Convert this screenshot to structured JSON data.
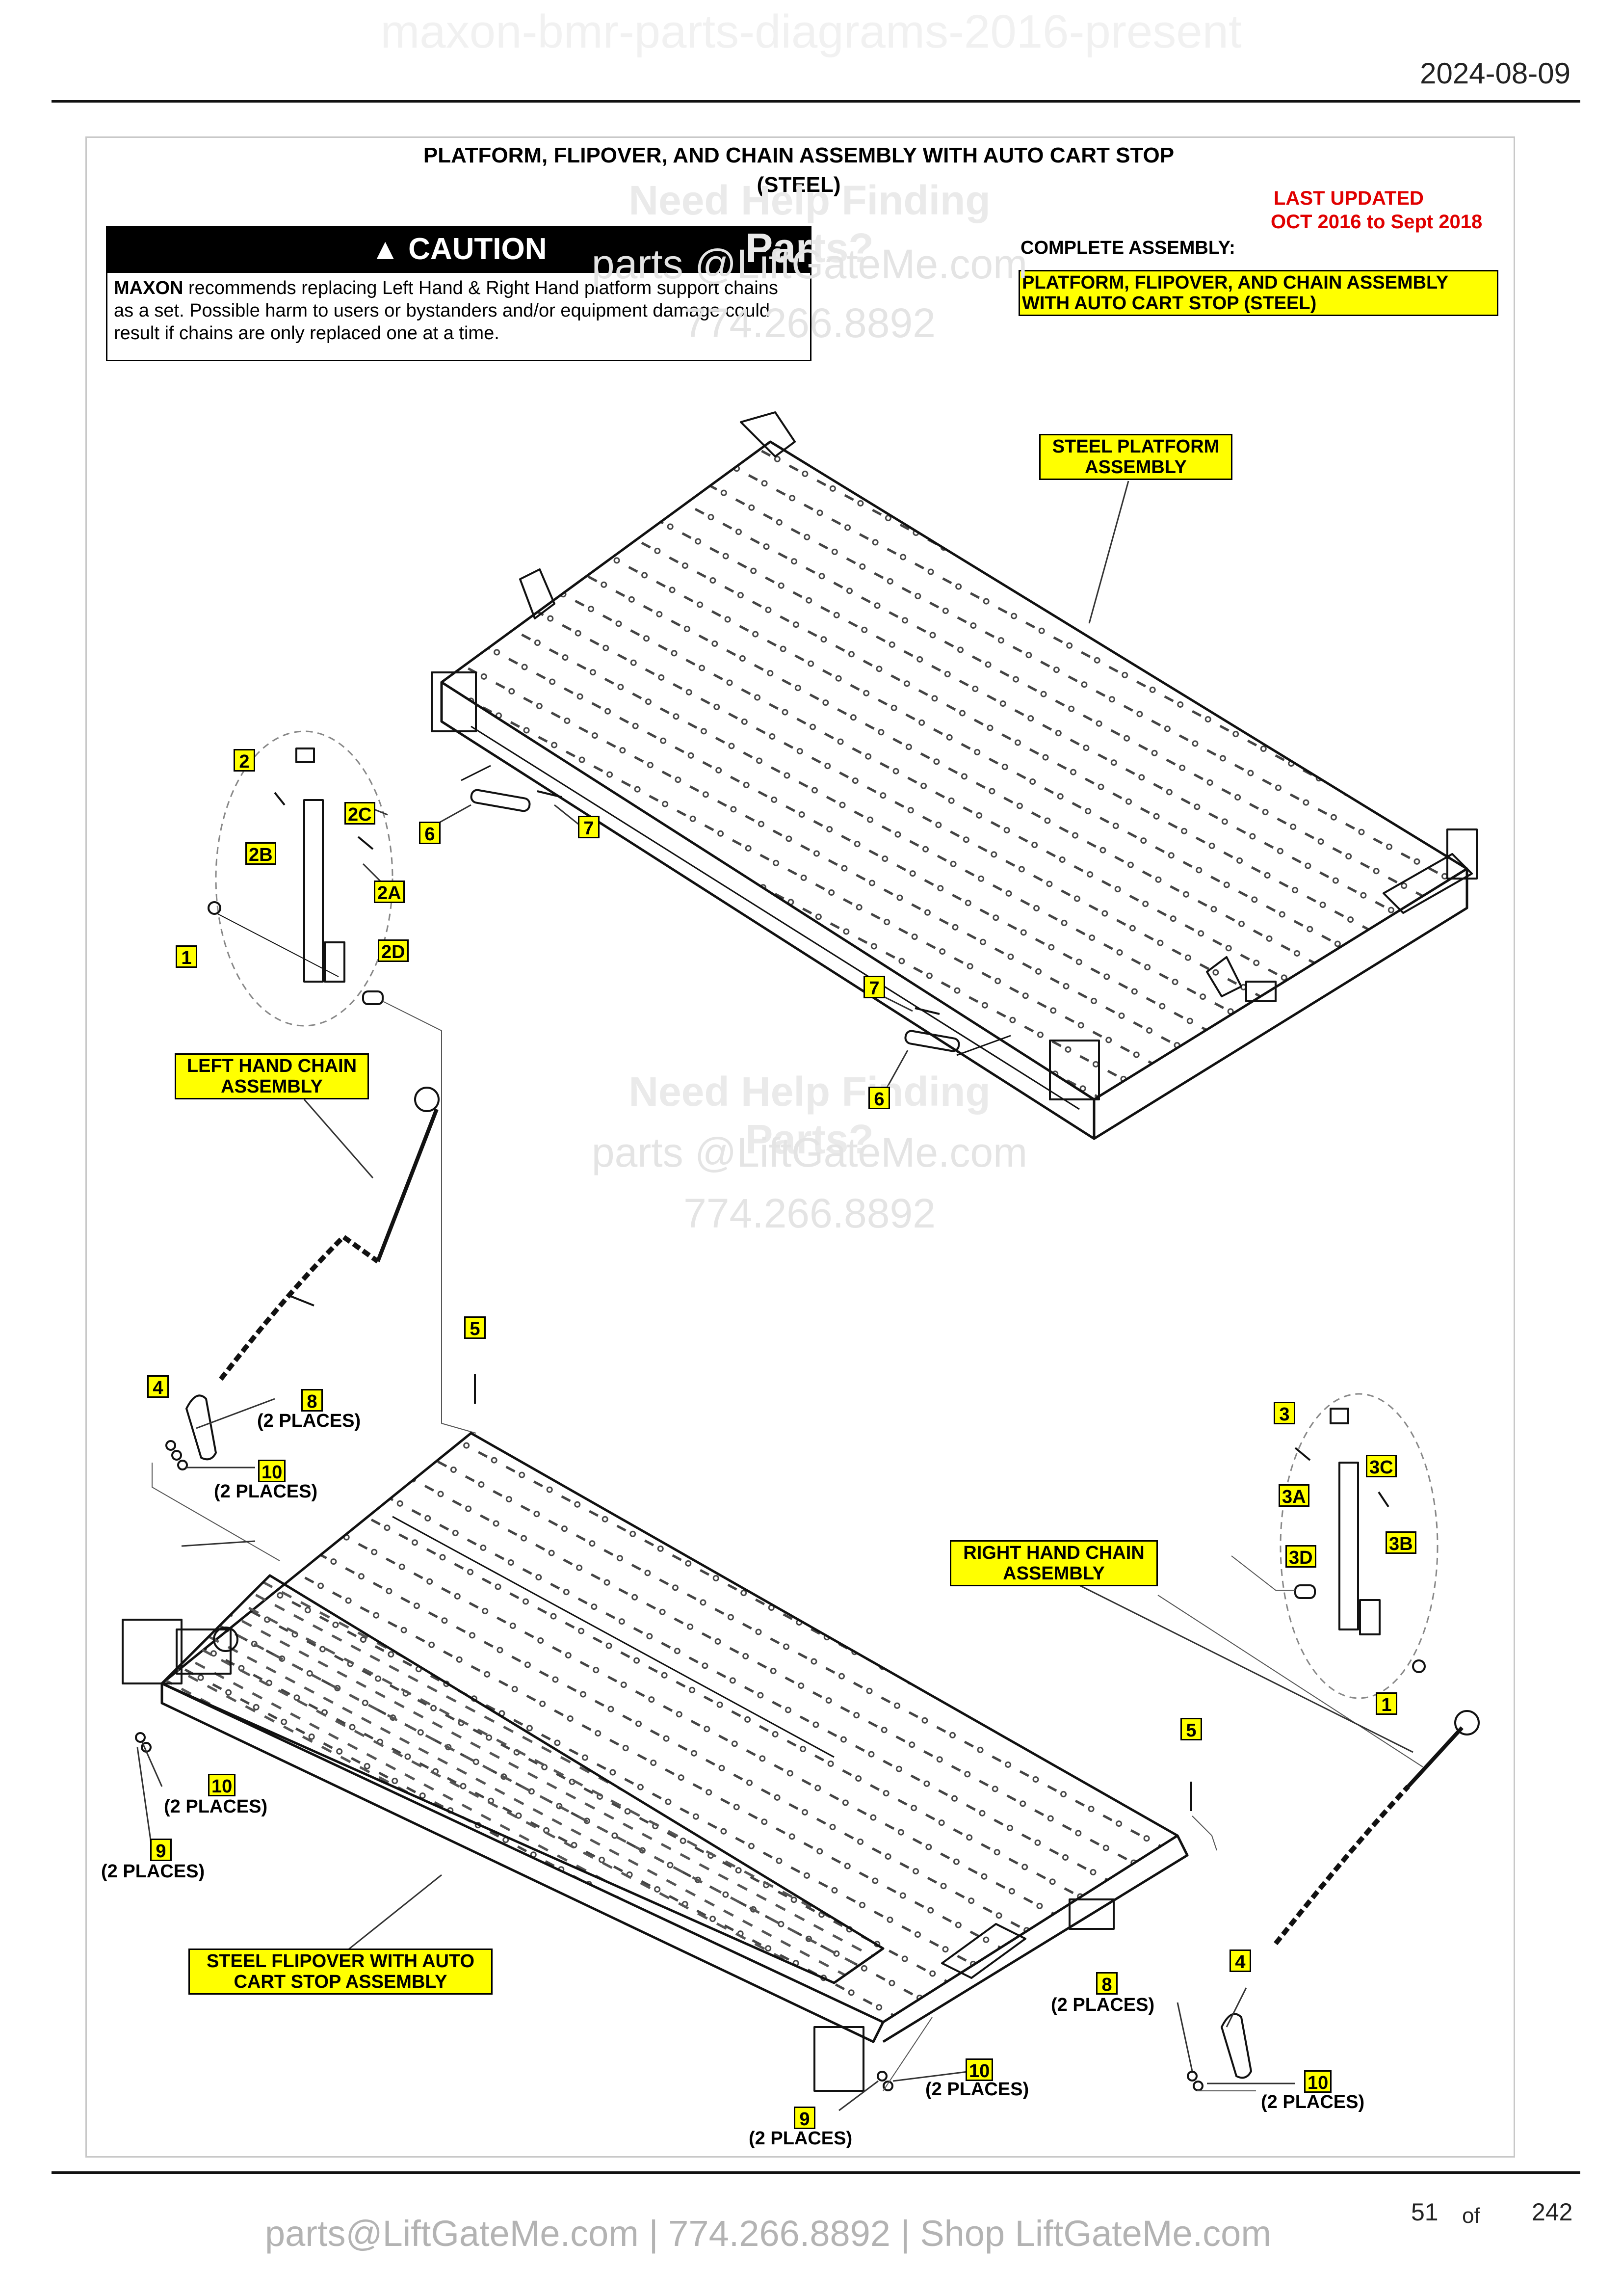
{
  "header": {
    "watermark": "maxon-bmr-parts-diagrams-2016-present",
    "date": "2024-08-09"
  },
  "diagram": {
    "title_line1": "PLATFORM, FLIPOVER, AND CHAIN ASSEMBLY WITH AUTO CART STOP",
    "title_line2": "(STEEL)",
    "last_updated_label": "LAST UPDATED",
    "last_updated_range": "OCT 2016 to Sept 2018",
    "caution_heading": "CAUTION",
    "caution_brand": "MAXON",
    "caution_text": " recommends replacing Left Hand & Right Hand platform support chains as a set. Possible harm to users or bystanders and/or equipment damage could result if chains are only replaced one at a time.",
    "complete_assembly_label": "COMPLETE ASSEMBLY:",
    "complete_assembly_name_1": "PLATFORM, FLIPOVER, AND CHAIN ASSEMBLY",
    "complete_assembly_name_2": "WITH AUTO CART STOP (STEEL)",
    "labels": {
      "steel_platform_1": "STEEL PLATFORM",
      "steel_platform_2": "ASSEMBLY",
      "left_chain_1": "LEFT HAND CHAIN",
      "left_chain_2": "ASSEMBLY",
      "right_chain_1": "RIGHT HAND CHAIN",
      "right_chain_2": "ASSEMBLY",
      "flipover_1": "STEEL FLIPOVER WITH AUTO",
      "flipover_2": "CART STOP ASSEMBLY"
    },
    "watermark": {
      "help": "Need Help Finding Parts?",
      "email": "parts @LiftGateMe.com",
      "phone": "774.266.8892"
    },
    "callouts": {
      "c2": "2",
      "c2c": "2C",
      "c2b": "2B",
      "c2a": "2A",
      "c2d": "2D",
      "c1a": "1",
      "c1b": "1",
      "c6a": "6",
      "c6b": "6",
      "c7a": "7",
      "c7b": "7",
      "c5a": "5",
      "c5b": "5",
      "c4a": "4",
      "c4b": "4",
      "c8a": "8",
      "c8b": "8",
      "c10a": "10",
      "c10b": "10",
      "c10c": "10",
      "c10d": "10",
      "c9a": "9",
      "c9b": "9",
      "c3": "3",
      "c3a": "3A",
      "c3c": "3C",
      "c3b": "3B",
      "c3d": "3D"
    },
    "two_places": "(2 PLACES)"
  },
  "footer": {
    "contact": "parts@LiftGateMe.com | 774.266.8892 | Shop LiftGateMe.com",
    "page_current": "51",
    "page_of": "of",
    "page_total": "242"
  }
}
